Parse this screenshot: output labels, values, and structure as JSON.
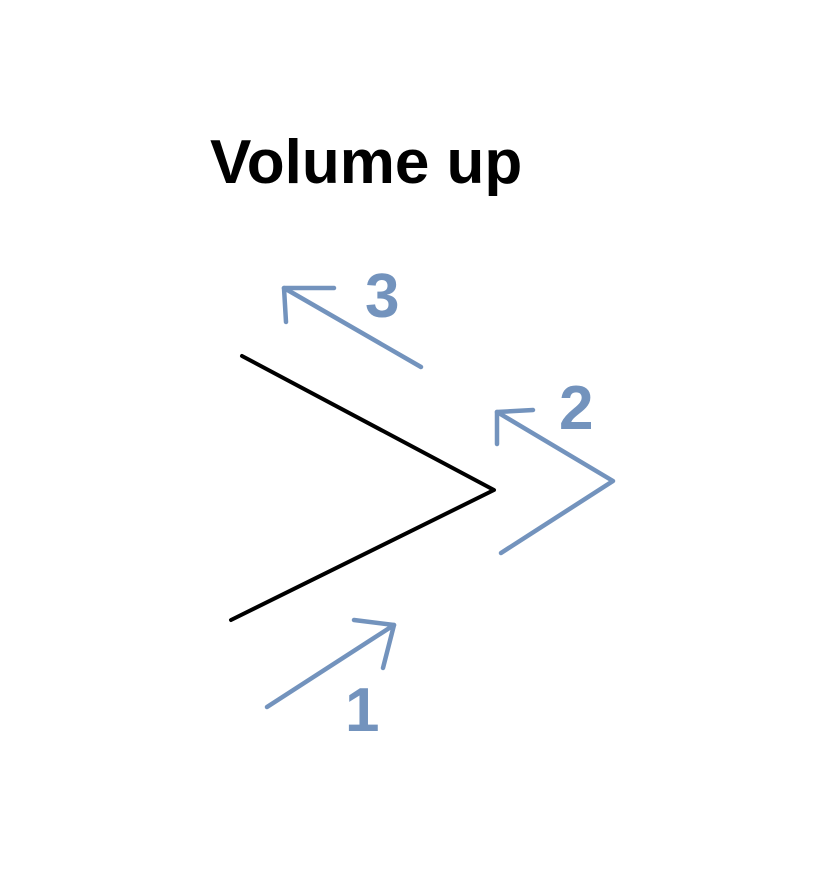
{
  "title": "Volume up",
  "colors": {
    "gesture_stroke": "#000000",
    "step_arrows": "#7393bd",
    "background": "#ffffff"
  },
  "steps": [
    {
      "label": "1",
      "icon": "arrow-up-right-icon"
    },
    {
      "label": "2",
      "icon": "arrow-up-left-icon"
    },
    {
      "label": "3",
      "icon": "arrow-up-left-icon"
    }
  ]
}
